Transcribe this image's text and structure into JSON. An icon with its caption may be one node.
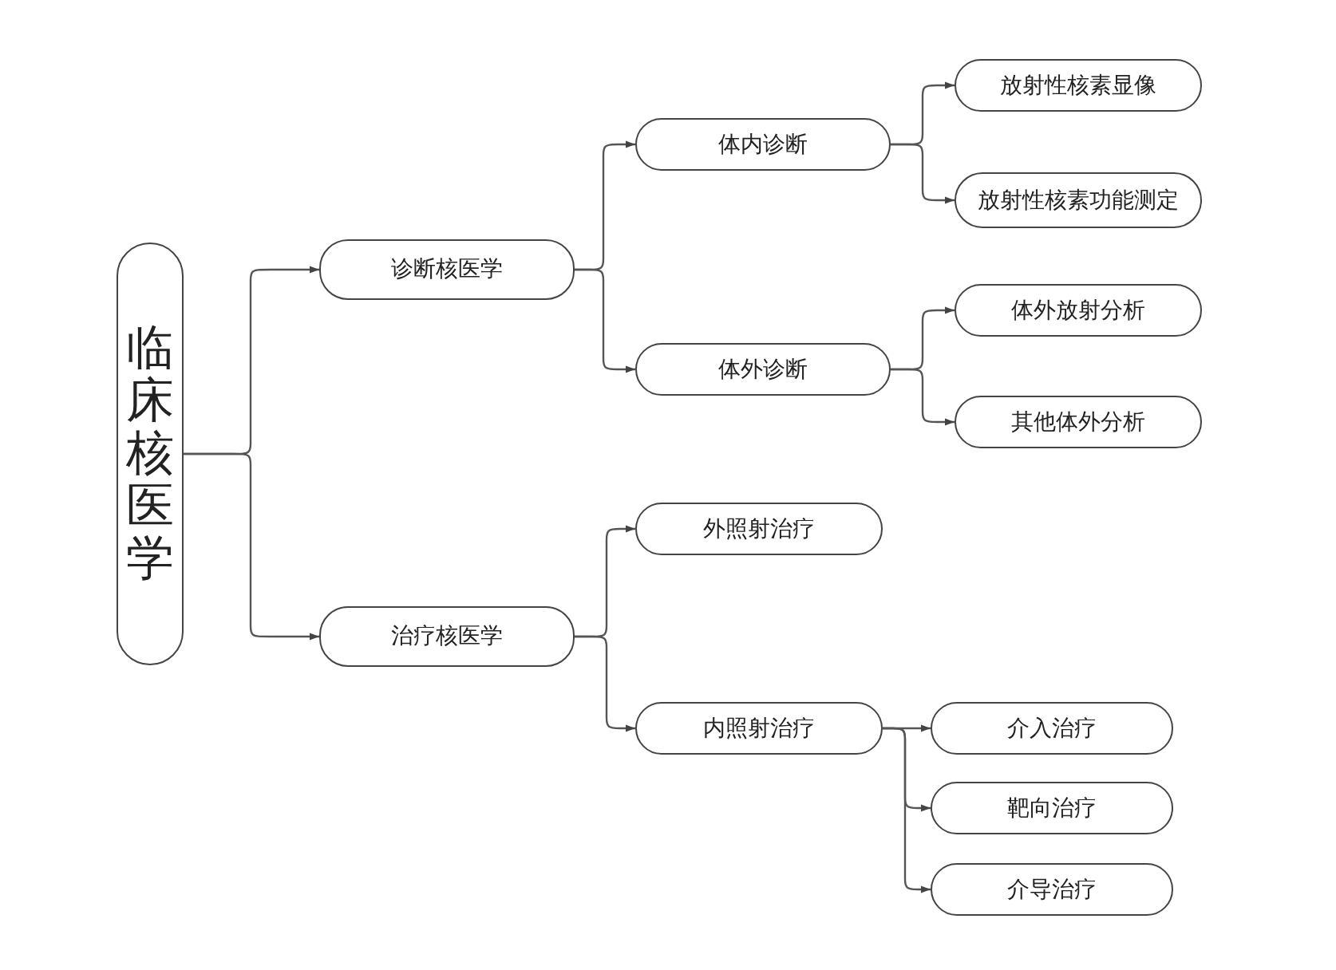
{
  "diagram": {
    "nodes": [
      {
        "text": [
          "临床核医学"
        ]
      },
      {
        "text": [
          "诊断核医学"
        ]
      },
      {
        "text": [
          "体内诊断"
        ]
      },
      {
        "text": [
          "放射性核素显像"
        ]
      },
      {
        "text": [
          "放射性核素功能测定"
        ]
      },
      {
        "text": [
          "体外诊断"
        ]
      },
      {
        "text": [
          "体外放射分析"
        ]
      },
      {
        "text": [
          "其他体外分析"
        ]
      },
      {
        "text": [
          "治疗核医学"
        ]
      },
      {
        "text": [
          "外照射治疗"
        ]
      },
      {
        "text": [
          "内照射治疗"
        ]
      },
      {
        "text": [
          "介入治疗"
        ]
      },
      {
        "text": [
          "靶向治疗"
        ]
      },
      {
        "text": [
          "介导治疗"
        ]
      }
    ],
    "edges": [
      {
        "from": 0,
        "to": 1,
        "arrow": "to"
      },
      {
        "from": 0,
        "to": 8,
        "arrow": "to"
      },
      {
        "from": 1,
        "to": 2,
        "arrow": "to"
      },
      {
        "from": 1,
        "to": 5,
        "arrow": "to"
      },
      {
        "from": 2,
        "to": 3,
        "arrow": "to"
      },
      {
        "from": 2,
        "to": 4,
        "arrow": "to"
      },
      {
        "from": 5,
        "to": 6,
        "arrow": "to"
      },
      {
        "from": 5,
        "to": 7,
        "arrow": "to"
      },
      {
        "from": 8,
        "to": 9,
        "arrow": "to"
      },
      {
        "from": 8,
        "to": 10,
        "arrow": "to"
      },
      {
        "from": 10,
        "to": 11,
        "arrow": "to"
      },
      {
        "from": 10,
        "to": 12,
        "arrow": "to"
      },
      {
        "from": 10,
        "to": 13,
        "arrow": "to"
      }
    ]
  }
}
